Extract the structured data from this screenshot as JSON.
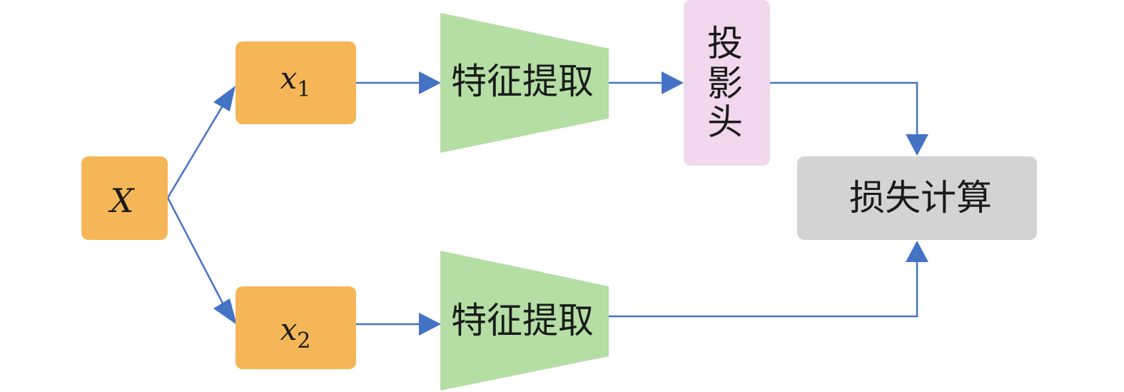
{
  "diagram": {
    "input": {
      "label": "X"
    },
    "view1": {
      "var": "x",
      "sub": "1"
    },
    "view2": {
      "var": "x",
      "sub": "2"
    },
    "encoder1": {
      "label": "特征提取"
    },
    "encoder2": {
      "label": "特征提取"
    },
    "projection": {
      "lines": [
        "投",
        "影",
        "头"
      ]
    },
    "loss": {
      "label": "损失计算"
    }
  },
  "colors": {
    "orange": "#F4B656",
    "green": "#B5DEA5",
    "pink": "#F1D8EE",
    "gray": "#D3D3D3",
    "arrow": "#4472C4"
  }
}
